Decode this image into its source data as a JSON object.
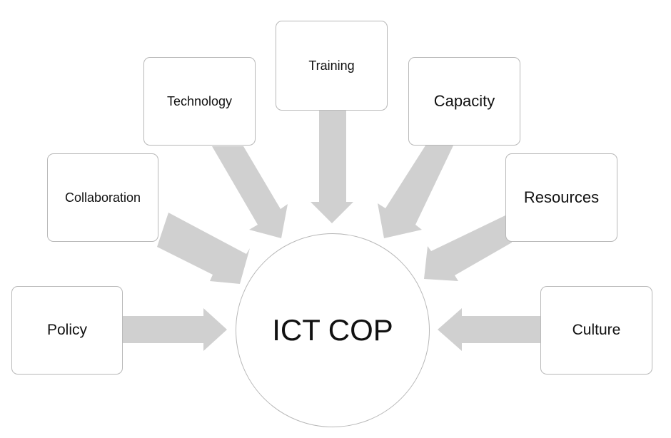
{
  "diagram": {
    "center": {
      "label": "ICT COP"
    },
    "nodes": [
      {
        "id": "policy",
        "label": "Policy"
      },
      {
        "id": "collaboration",
        "label": "Collaboration"
      },
      {
        "id": "technology",
        "label": "Technology"
      },
      {
        "id": "training",
        "label": "Training"
      },
      {
        "id": "capacity",
        "label": "Capacity"
      },
      {
        "id": "resources",
        "label": "Resources"
      },
      {
        "id": "culture",
        "label": "Culture"
      }
    ],
    "colors": {
      "arrow_fill": "#d0d0d0",
      "box_border": "#b8b8b8",
      "text": "#111111",
      "background": "#ffffff"
    }
  }
}
